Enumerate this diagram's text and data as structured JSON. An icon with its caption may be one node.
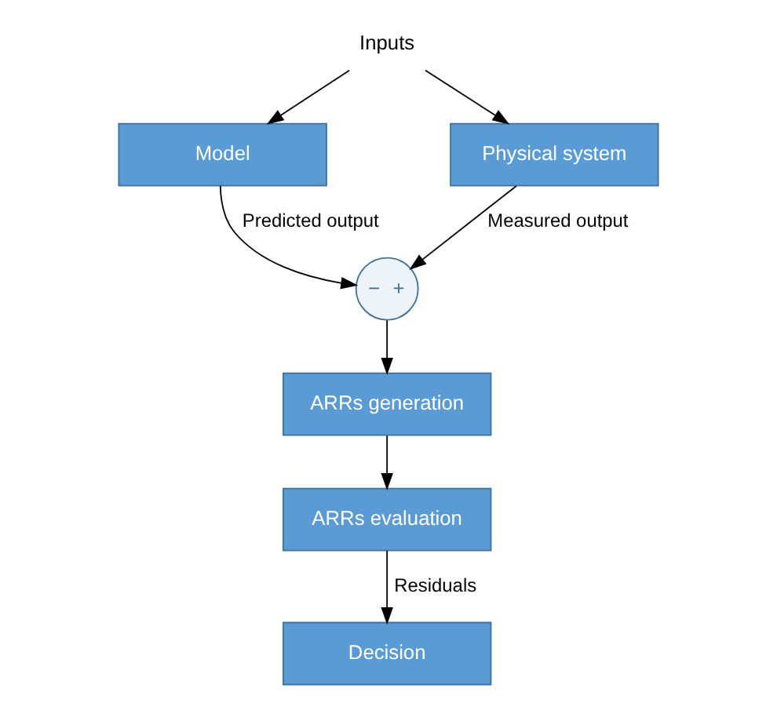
{
  "diagram": {
    "nodes": [
      {
        "text": [
          "Inputs"
        ]
      },
      {
        "text": [
          "Model"
        ]
      },
      {
        "text": [
          "Physical system"
        ]
      },
      {
        "text": [
          "−",
          "+"
        ]
      },
      {
        "text": [
          "ARRs generation"
        ]
      },
      {
        "text": [
          "ARRs evaluation"
        ]
      },
      {
        "text": [
          "Decision"
        ]
      }
    ],
    "edges": [
      {
        "from": 0,
        "to": 1,
        "arrow": "to"
      },
      {
        "from": 0,
        "to": 2,
        "arrow": "to"
      },
      {
        "from": 1,
        "to": 3,
        "arrow": "to",
        "label": "Predicted output"
      },
      {
        "from": 2,
        "to": 3,
        "arrow": "to",
        "label": "Measured output"
      },
      {
        "from": 3,
        "to": 4,
        "arrow": "to"
      },
      {
        "from": 4,
        "to": 5,
        "arrow": "to"
      },
      {
        "from": 5,
        "to": 6,
        "arrow": "to",
        "label": "Residuals"
      }
    ]
  }
}
